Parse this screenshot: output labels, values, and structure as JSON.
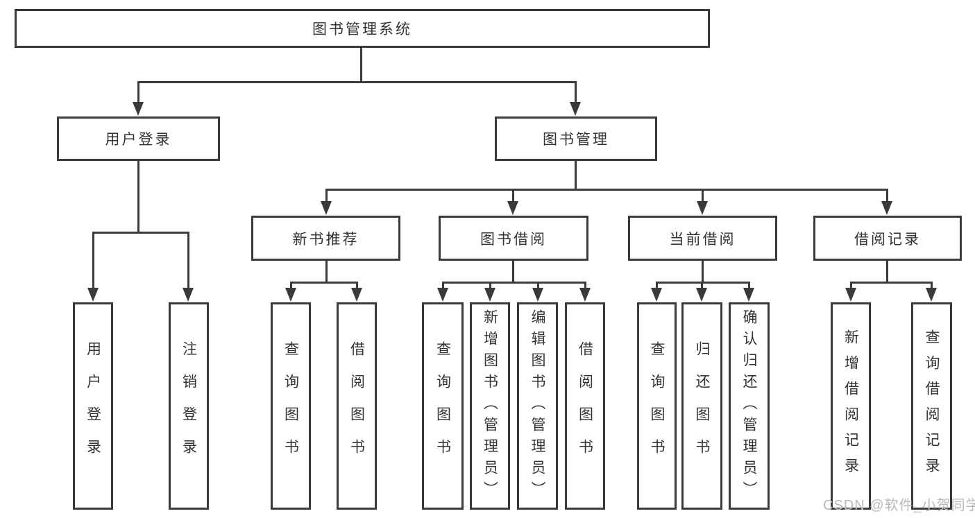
{
  "nodes": {
    "root": {
      "label": "图书管理系统"
    },
    "user_login": {
      "label": "用户登录",
      "parent": "图书管理系统"
    },
    "book_mgmt": {
      "label": "图书管理",
      "parent": "图书管理系统"
    },
    "new_book_recommend": {
      "label": "新书推荐",
      "parent": "图书管理"
    },
    "book_borrow": {
      "label": "图书借阅",
      "parent": "图书管理"
    },
    "current_borrow": {
      "label": "当前借阅",
      "parent": "图书管理"
    },
    "borrow_record": {
      "label": "借阅记录",
      "parent": "图书管理"
    }
  },
  "leaves": [
    {
      "label": "用户登录",
      "parent": "用户登录"
    },
    {
      "label": "注销登录",
      "parent": "用户登录"
    },
    {
      "label": "查询图书",
      "parent": "新书推荐"
    },
    {
      "label": "借阅图书",
      "parent": "新书推荐"
    },
    {
      "label": "查询图书",
      "parent": "图书借阅"
    },
    {
      "label": "新增图书（管理员）",
      "parent": "图书借阅"
    },
    {
      "label": "编辑图书（管理员）",
      "parent": "图书借阅"
    },
    {
      "label": "借阅图书",
      "parent": "图书借阅"
    },
    {
      "label": "查询图书",
      "parent": "当前借阅"
    },
    {
      "label": "归还图书",
      "parent": "当前借阅"
    },
    {
      "label": "确认归还（管理员）",
      "parent": "当前借阅"
    },
    {
      "label": "新增借阅记录",
      "parent": "借阅记录"
    },
    {
      "label": "查询借阅记录",
      "parent": "借阅记录"
    }
  ],
  "watermark": "CSDN @软件_小贺同学",
  "colors": {
    "line": "#3a3a3a",
    "text": "#333333",
    "watermark": "#b9b9b9",
    "background": "#ffffff"
  }
}
